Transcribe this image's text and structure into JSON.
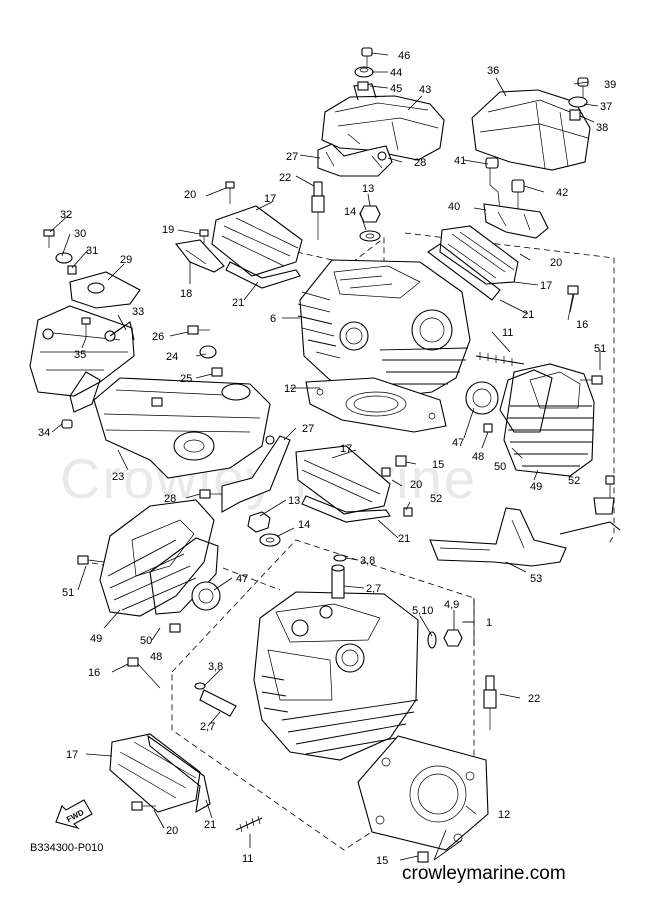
{
  "diagram": {
    "drawing_code": "B334300-P010",
    "watermark": "Crowley Marine",
    "site": "crowleymarine.com",
    "fwd_label": "FWD",
    "callouts": [
      {
        "id": "c46",
        "label": "46"
      },
      {
        "id": "c44",
        "label": "44"
      },
      {
        "id": "c45",
        "label": "45"
      },
      {
        "id": "c43",
        "label": "43"
      },
      {
        "id": "c36",
        "label": "36"
      },
      {
        "id": "c39",
        "label": "39"
      },
      {
        "id": "c37",
        "label": "37"
      },
      {
        "id": "c38",
        "label": "38"
      },
      {
        "id": "c27a",
        "label": "27"
      },
      {
        "id": "c28a",
        "label": "28"
      },
      {
        "id": "c41",
        "label": "41"
      },
      {
        "id": "c42",
        "label": "42"
      },
      {
        "id": "c22a",
        "label": "22"
      },
      {
        "id": "c13a",
        "label": "13"
      },
      {
        "id": "c20a",
        "label": "20"
      },
      {
        "id": "c17a",
        "label": "17"
      },
      {
        "id": "c40",
        "label": "40"
      },
      {
        "id": "c14a",
        "label": "14"
      },
      {
        "id": "c20b",
        "label": "20"
      },
      {
        "id": "c32",
        "label": "32"
      },
      {
        "id": "c30",
        "label": "30"
      },
      {
        "id": "c31",
        "label": "31"
      },
      {
        "id": "c19",
        "label": "19"
      },
      {
        "id": "c29",
        "label": "29"
      },
      {
        "id": "c18",
        "label": "18"
      },
      {
        "id": "c21a",
        "label": "21"
      },
      {
        "id": "c17b",
        "label": "17"
      },
      {
        "id": "c21b",
        "label": "21"
      },
      {
        "id": "c16a",
        "label": "16"
      },
      {
        "id": "c6",
        "label": "6"
      },
      {
        "id": "c33",
        "label": "33"
      },
      {
        "id": "c26",
        "label": "26"
      },
      {
        "id": "c11a",
        "label": "11"
      },
      {
        "id": "c35",
        "label": "35"
      },
      {
        "id": "c24",
        "label": "24"
      },
      {
        "id": "c51a",
        "label": "51"
      },
      {
        "id": "c25",
        "label": "25"
      },
      {
        "id": "c12a",
        "label": "12"
      },
      {
        "id": "c34",
        "label": "34"
      },
      {
        "id": "c27b",
        "label": "27"
      },
      {
        "id": "c47a",
        "label": "47"
      },
      {
        "id": "c48a",
        "label": "48"
      },
      {
        "id": "c15a",
        "label": "15"
      },
      {
        "id": "c50a",
        "label": "50"
      },
      {
        "id": "c17c",
        "label": "17"
      },
      {
        "id": "c23",
        "label": "23"
      },
      {
        "id": "c49a",
        "label": "49"
      },
      {
        "id": "c52a",
        "label": "52"
      },
      {
        "id": "c20c",
        "label": "20"
      },
      {
        "id": "c28b",
        "label": "28"
      },
      {
        "id": "c13b",
        "label": "13"
      },
      {
        "id": "c52b",
        "label": "52"
      },
      {
        "id": "c14b",
        "label": "14"
      },
      {
        "id": "c21c",
        "label": "21"
      },
      {
        "id": "c38b",
        "label": "3,8"
      },
      {
        "id": "c27c",
        "label": "2,7"
      },
      {
        "id": "c51b",
        "label": "51"
      },
      {
        "id": "c53",
        "label": "53"
      },
      {
        "id": "c47b",
        "label": "47"
      },
      {
        "id": "c49b",
        "label": "49"
      },
      {
        "id": "c4_9",
        "label": "4,9"
      },
      {
        "id": "c5_10",
        "label": "5,10"
      },
      {
        "id": "c1",
        "label": "1"
      },
      {
        "id": "c50b",
        "label": "50"
      },
      {
        "id": "c48b",
        "label": "48"
      },
      {
        "id": "c16b",
        "label": "16"
      },
      {
        "id": "c38c",
        "label": "3,8"
      },
      {
        "id": "c22b",
        "label": "22"
      },
      {
        "id": "c27d",
        "label": "2,7"
      },
      {
        "id": "c17d",
        "label": "17"
      },
      {
        "id": "c12b",
        "label": "12"
      },
      {
        "id": "c20d",
        "label": "20"
      },
      {
        "id": "c21d",
        "label": "21"
      },
      {
        "id": "c11b",
        "label": "11"
      },
      {
        "id": "c15b",
        "label": "15"
      }
    ]
  }
}
